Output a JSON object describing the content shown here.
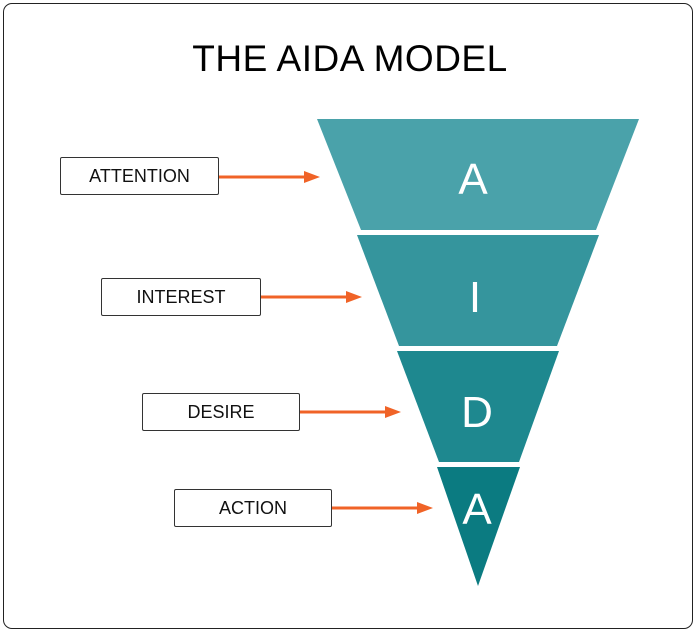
{
  "title": "THE AIDA MODEL",
  "stages": [
    {
      "label": "ATTENTION",
      "letter": "A",
      "color": "#4aa2aa"
    },
    {
      "label": "INTEREST",
      "letter": "I",
      "color": "#35959d"
    },
    {
      "label": "DESIRE",
      "letter": "D",
      "color": "#1e888f"
    },
    {
      "label": "ACTION",
      "letter": "A",
      "color": "#0b7b81"
    }
  ],
  "arrow_color": "#f06327"
}
